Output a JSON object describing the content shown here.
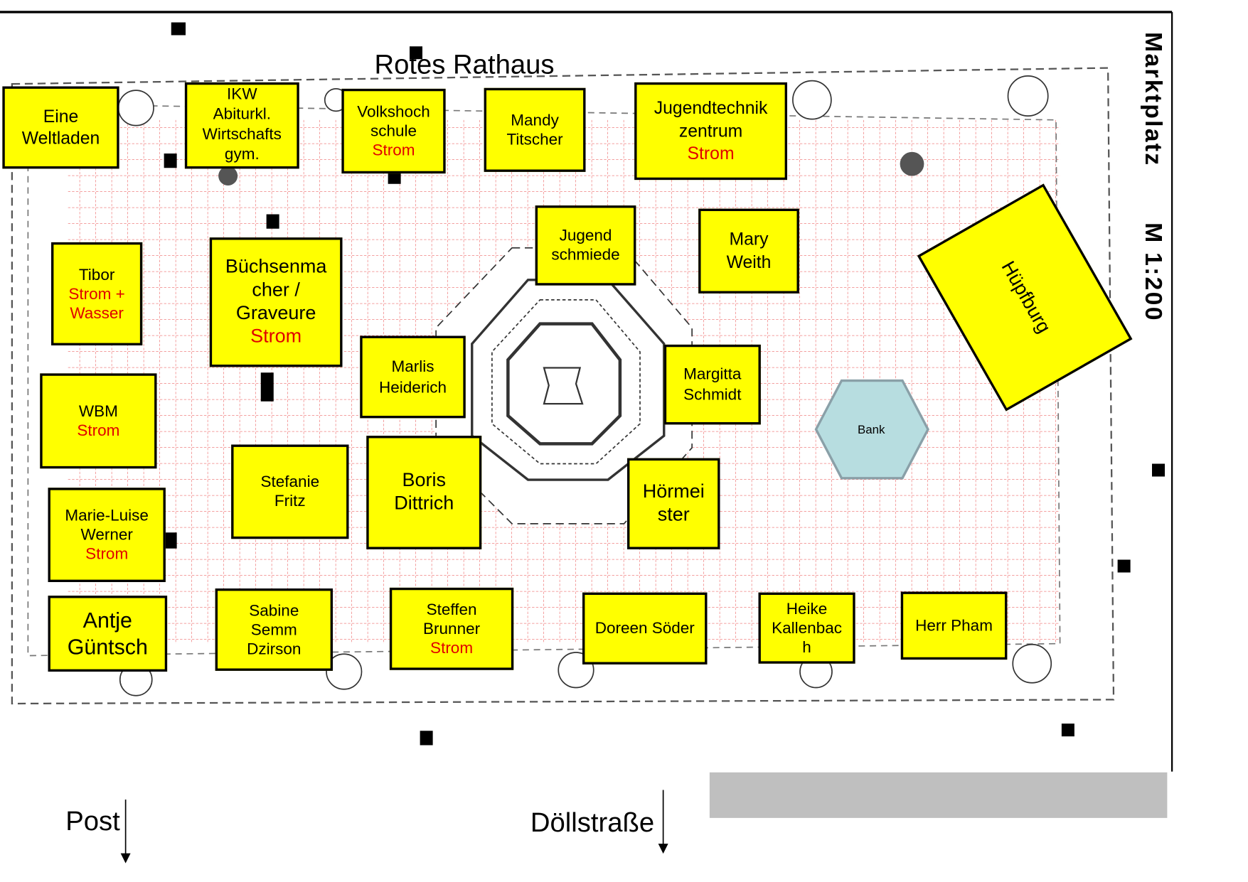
{
  "title": "Rotes Rathaus",
  "side_label": "Marktplatz",
  "scale": "M 1:200",
  "streets": {
    "post": "Post",
    "doell": "Döllstraße"
  },
  "colors": {
    "stand": "#ffff00",
    "power": "#e00000",
    "bank": "#b7dde0",
    "grid": "#f08080"
  },
  "stands": {
    "eine": {
      "l1": "Eine",
      "l2": "Weltladen"
    },
    "ikw": {
      "l1": "IKW",
      "l2": "Abiturkl.",
      "l3": "Wirtschafts",
      "l4": "gym."
    },
    "vhs": {
      "l1": "Volkshoch",
      "l2": "schule",
      "power": "Strom"
    },
    "mandy": {
      "l1": "Mandy",
      "l2": "Titscher"
    },
    "jtz": {
      "l1": "Jugendtechnik",
      "l2": "zentrum",
      "power": "Strom"
    },
    "jschmiede": {
      "l1": "Jugend",
      "l2": "schmiede"
    },
    "mary": {
      "l1": "Mary",
      "l2": "Weith"
    },
    "huepfburg": {
      "l1": "Hüpfburg"
    },
    "tibor": {
      "l1": "Tibor",
      "power": "Strom +",
      "power2": "Wasser"
    },
    "buechsen": {
      "l1": "Büchsenma",
      "l2": "cher /",
      "l3": "Graveure",
      "power": "Strom"
    },
    "marlis": {
      "l1": "Marlis",
      "l2": "Heiderich"
    },
    "margitta": {
      "l1": "Margitta",
      "l2": "Schmidt"
    },
    "bank": {
      "l1": "Bank"
    },
    "wbm": {
      "l1": "WBM",
      "power": "Strom"
    },
    "stefanie": {
      "l1": "Stefanie",
      "l2": "Fritz"
    },
    "boris": {
      "l1": "Boris",
      "l2": "Dittrich"
    },
    "hoermeister": {
      "l1": "Hörmei",
      "l2": "ster"
    },
    "marieluise": {
      "l1": "Marie-Luise",
      "l2": "Werner",
      "power": "Strom"
    },
    "antje": {
      "l1": "Antje",
      "l2": "Güntsch"
    },
    "sabine": {
      "l1": "Sabine",
      "l2": "Semm",
      "l3": "Dzirson"
    },
    "steffen": {
      "l1": "Steffen",
      "l2": "Brunner",
      "power": "Strom"
    },
    "doreen": {
      "l1": "Doreen Söder"
    },
    "heike": {
      "l1": "Heike",
      "l2": "Kallenbac",
      "l3": "h"
    },
    "pham": {
      "l1": "Herr Pham"
    }
  }
}
